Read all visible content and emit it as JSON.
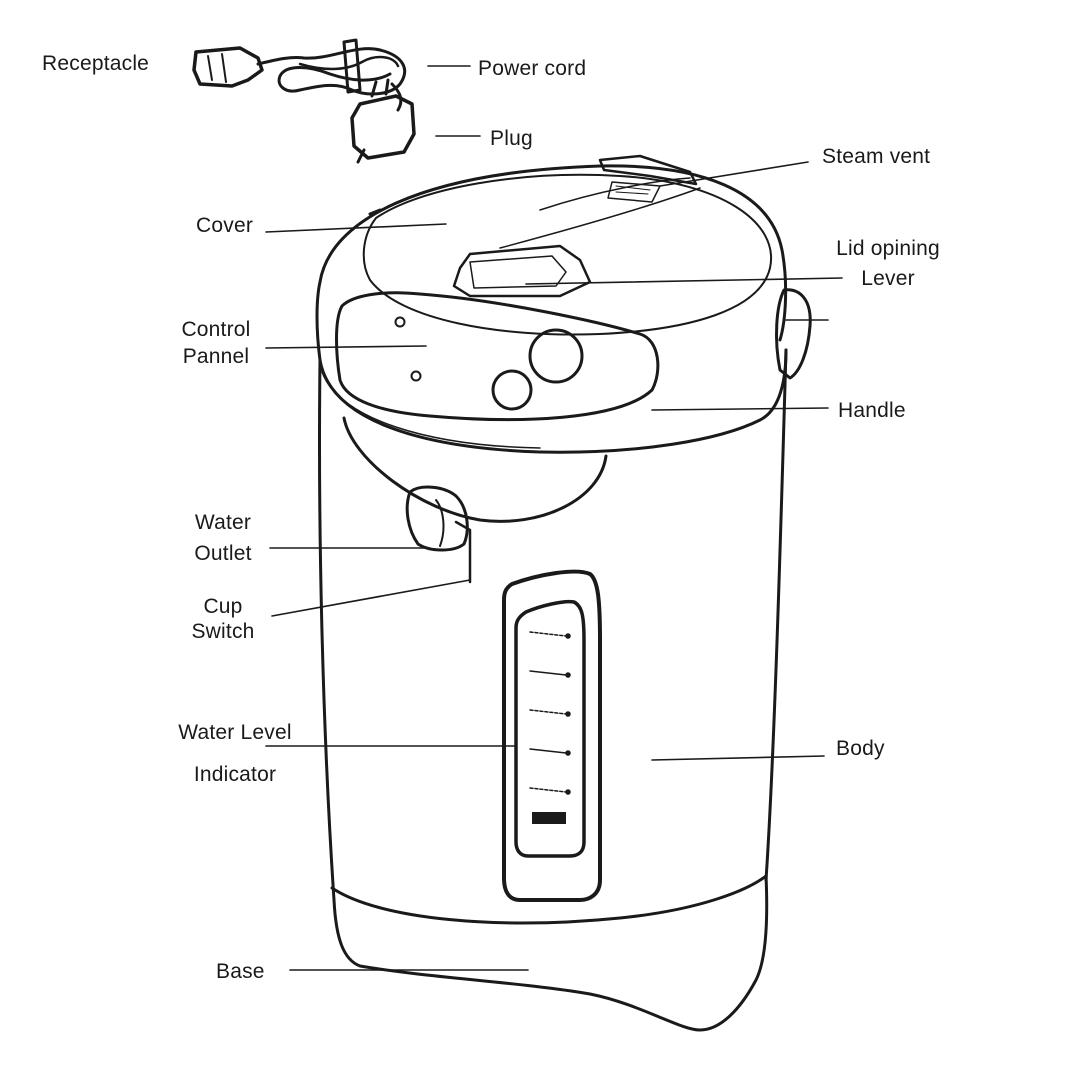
{
  "diagram": {
    "labels": {
      "receptacle": "Receptacle",
      "power_cord": "Power cord",
      "plug": "Plug",
      "steam_vent": "Steam vent",
      "cover": "Cover",
      "lid_opening_lever": [
        "Lid opining",
        "Lever"
      ],
      "control_panel": [
        "Control",
        "Pannel"
      ],
      "handle": "Handle",
      "water_outlet": [
        "Water",
        "Outlet"
      ],
      "cup_switch": [
        "Cup",
        "Switch"
      ],
      "water_level_indicator": [
        "Water Level",
        "Indicator"
      ],
      "body": "Body",
      "base": "Base"
    },
    "colors": {
      "line": "#1a1a1a",
      "fill": "#ffffff"
    },
    "level_gauge_marks": 5
  }
}
